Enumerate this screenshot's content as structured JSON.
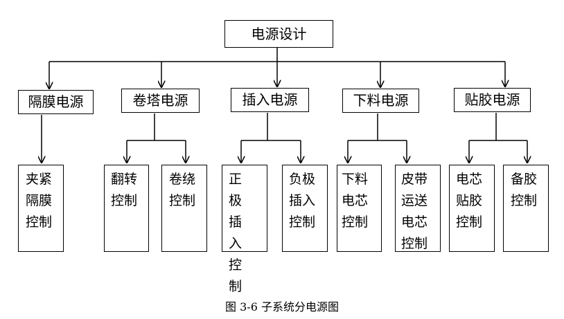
{
  "root": {
    "label": "电源设计"
  },
  "power_units": [
    {
      "label": "隔膜电源",
      "controls": [
        "夹紧隔膜控制"
      ]
    },
    {
      "label": "卷塔电源",
      "controls": [
        "翻转控制",
        "卷绕控制"
      ]
    },
    {
      "label": "插入电源",
      "controls": [
        "正极插入控制",
        "负极插入控制"
      ]
    },
    {
      "label": "下料电源",
      "controls": [
        "下料电芯控制",
        "皮带运送电芯控制"
      ]
    },
    {
      "label": "贴胶电源",
      "controls": [
        "电芯贴胶控制",
        "备胶控制"
      ]
    }
  ],
  "caption": "图 3-6 子系统分电源图"
}
